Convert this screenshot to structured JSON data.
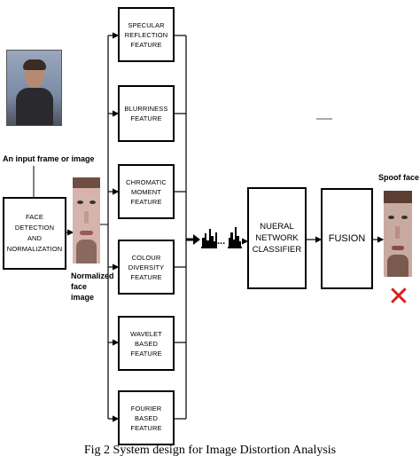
{
  "input": {
    "label": "An input frame or image"
  },
  "detection": {
    "label": "FACE DETECTION\nAND\nNORMALIZATION"
  },
  "normalized": {
    "label": "Normalized\nface image"
  },
  "features": [
    {
      "label": "SPECULAR\nREFLECTION\nFEATURE"
    },
    {
      "label": "BLURRINESS\nFEATURE"
    },
    {
      "label": "CHROMATIC\nMOMENT\nFEATURE"
    },
    {
      "label": "COLOUR\nDIVERSITY\nFEATURE"
    },
    {
      "label": "WAVELET BASED\nFEATURE"
    },
    {
      "label": "FOURIER BASED\nFEATURE"
    }
  ],
  "feature_vector": {
    "ellipsis": "..."
  },
  "classifier": {
    "label": "NUERAL\nNETWORK\nCLASSIFIER"
  },
  "fusion": {
    "label": "FUSION"
  },
  "output": {
    "label": "Spoof face",
    "mark": "✕",
    "mark_color": "#d62020"
  },
  "caption": "Fig 2 System design for Image Distortion Analysis"
}
